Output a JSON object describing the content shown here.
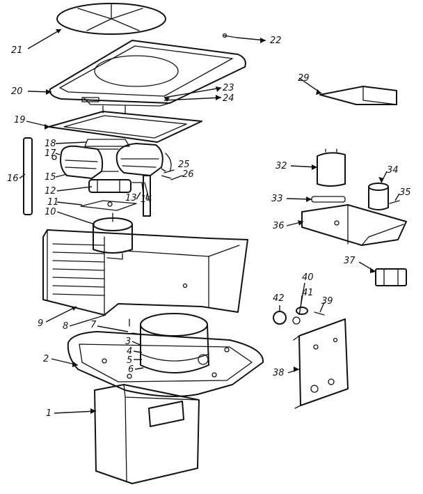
{
  "callouts": [
    {
      "id": "c1",
      "text": "1"
    },
    {
      "id": "c2",
      "text": "2"
    },
    {
      "id": "c3",
      "text": "3"
    },
    {
      "id": "c4",
      "text": "4"
    },
    {
      "id": "c5",
      "text": "5"
    },
    {
      "id": "c6",
      "text": "6"
    },
    {
      "id": "c7",
      "text": "7"
    },
    {
      "id": "c8",
      "text": "8"
    },
    {
      "id": "c9",
      "text": "9"
    },
    {
      "id": "c10",
      "text": "10"
    },
    {
      "id": "c11",
      "text": "11"
    },
    {
      "id": "c12",
      "text": "12"
    },
    {
      "id": "c13",
      "text": "13"
    },
    {
      "id": "c14",
      "text": "14"
    },
    {
      "id": "c15",
      "text": "15"
    },
    {
      "id": "c16",
      "text": "16"
    },
    {
      "id": "c17",
      "text": "17"
    },
    {
      "id": "c18",
      "text": "18"
    },
    {
      "id": "c19",
      "text": "19"
    },
    {
      "id": "c20",
      "text": "20"
    },
    {
      "id": "c21",
      "text": "21"
    },
    {
      "id": "c22",
      "text": "22"
    },
    {
      "id": "c23",
      "text": "23"
    },
    {
      "id": "c24",
      "text": "24"
    },
    {
      "id": "c25",
      "text": "25"
    },
    {
      "id": "c26",
      "text": "26"
    },
    {
      "id": "c29",
      "text": "29"
    },
    {
      "id": "c32",
      "text": "32"
    },
    {
      "id": "c33",
      "text": "33"
    },
    {
      "id": "c34",
      "text": "34"
    },
    {
      "id": "c35",
      "text": "35"
    },
    {
      "id": "c36",
      "text": "36"
    },
    {
      "id": "c37",
      "text": "37"
    },
    {
      "id": "c38",
      "text": "38"
    },
    {
      "id": "c39",
      "text": "39"
    },
    {
      "id": "c40",
      "text": "40"
    },
    {
      "id": "c41",
      "text": "41"
    },
    {
      "id": "c42",
      "text": "42"
    }
  ]
}
